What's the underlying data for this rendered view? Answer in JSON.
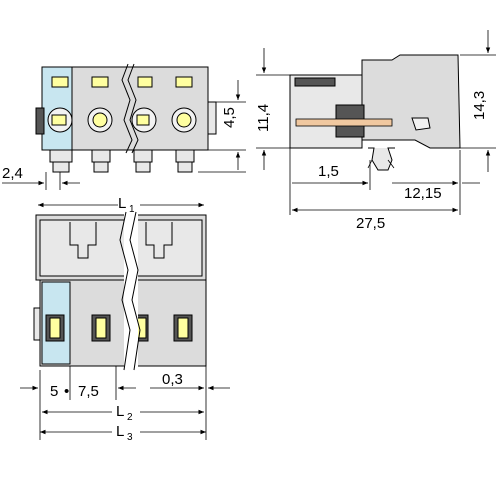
{
  "dimensions": {
    "pitch_left": "5",
    "pitch_right": "7,5",
    "offset_left": "2,4",
    "height_pin": "4,5",
    "height_body": "11,4",
    "height_total": "14,3",
    "pin_depth": "1,5",
    "side_offset": "12,15",
    "length_total": "27,5",
    "gap": "0,3",
    "L1_main": "L",
    "L1_sub": "1",
    "L2_main": "L",
    "L2_sub": "2",
    "L3_main": "L",
    "L3_sub": "3"
  },
  "colors": {
    "body": "#dcdcdc",
    "accent_blue": "#c8e6f0",
    "release_yellow": "#ffffa0"
  },
  "icons": {
    "bullet": "•"
  }
}
